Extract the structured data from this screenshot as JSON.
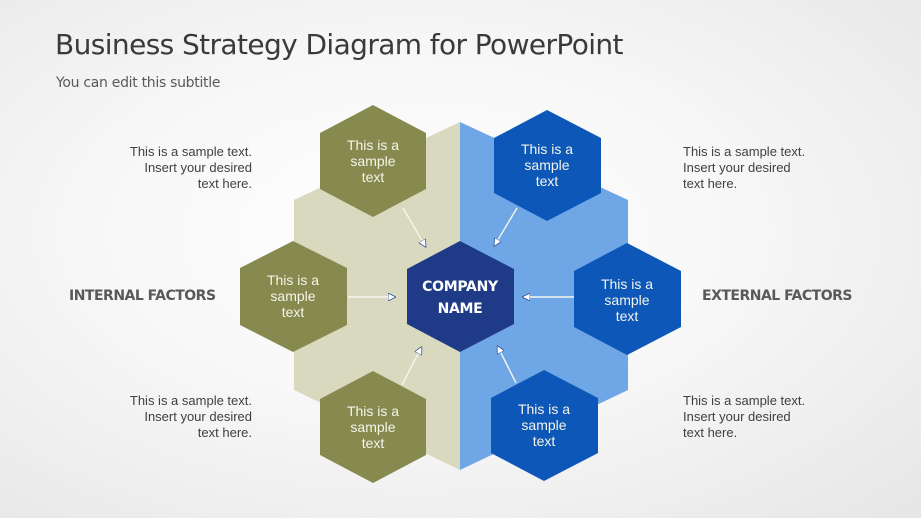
{
  "title": "Business Strategy Diagram for PowerPoint",
  "subtitle": "You can edit this subtitle",
  "colors": {
    "internal_backdrop": "#d9d9bf",
    "external_backdrop": "#6fa6e6",
    "internal_hex": "#878a4e",
    "external_hex": "#0c57b7",
    "center_hex": "#1f3a87",
    "connector": "#ffffff"
  },
  "center": {
    "label": "COMPANY\nNAME",
    "icon": "hexagon"
  },
  "internal": {
    "heading": "INTERNAL FACTORS",
    "top_note": "This is a sample text.\nInsert your desired\ntext here.",
    "bottom_note": "This is a sample text.\nInsert your desired\ntext here.",
    "nodes": [
      {
        "position": "top-left",
        "label": "This is a\nsample\ntext"
      },
      {
        "position": "left",
        "label": "This is a\nsample\ntext"
      },
      {
        "position": "bottom-left",
        "label": "This is a\nsample\ntext"
      }
    ]
  },
  "external": {
    "heading": "EXTERNAL FACTORS",
    "top_note": "This is a sample text.\nInsert your desired\ntext here.",
    "bottom_note": "This is a sample text.\nInsert your desired\ntext here.",
    "nodes": [
      {
        "position": "top-right",
        "label": "This is a\nsample\ntext"
      },
      {
        "position": "right",
        "label": "This is a\nsample\ntext"
      },
      {
        "position": "bottom-right",
        "label": "This is a\nsample\ntext"
      }
    ]
  }
}
